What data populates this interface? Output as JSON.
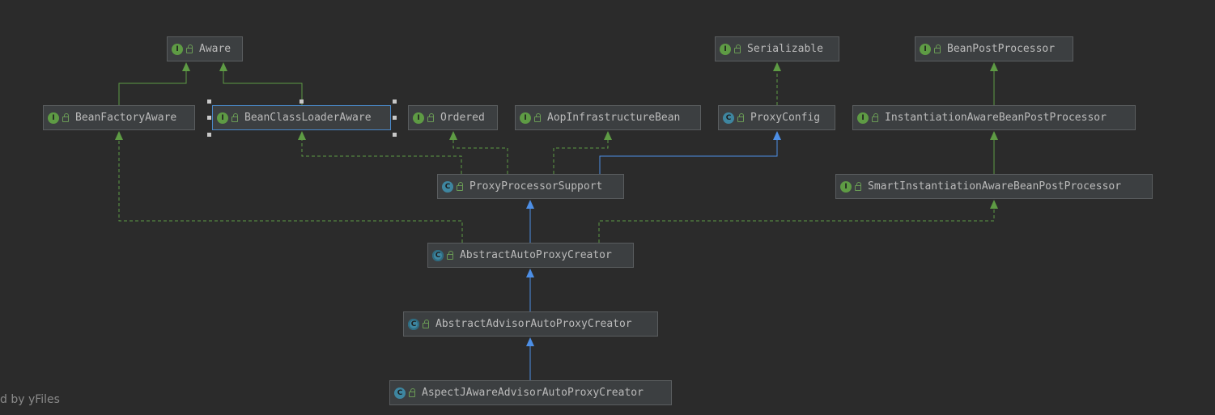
{
  "diagram": {
    "nodes": {
      "aware": {
        "name": "Aware",
        "kind": "interface"
      },
      "serializable": {
        "name": "Serializable",
        "kind": "interface"
      },
      "beanPostProcessor": {
        "name": "BeanPostProcessor",
        "kind": "interface"
      },
      "beanFactoryAware": {
        "name": "BeanFactoryAware",
        "kind": "interface"
      },
      "beanClassLoaderAware": {
        "name": "BeanClassLoaderAware",
        "kind": "interface",
        "selected": true
      },
      "ordered": {
        "name": "Ordered",
        "kind": "interface"
      },
      "aopInfrastructureBean": {
        "name": "AopInfrastructureBean",
        "kind": "interface"
      },
      "proxyConfig": {
        "name": "ProxyConfig",
        "kind": "class"
      },
      "instantiationAwareBeanPostProcessor": {
        "name": "InstantiationAwareBeanPostProcessor",
        "kind": "interface"
      },
      "proxyProcessorSupport": {
        "name": "ProxyProcessorSupport",
        "kind": "class"
      },
      "smartInstantiationAwareBeanPostProcessor": {
        "name": "SmartInstantiationAwareBeanPostProcessor",
        "kind": "interface"
      },
      "abstractAutoProxyCreator": {
        "name": "AbstractAutoProxyCreator",
        "kind": "abstract"
      },
      "abstractAdvisorAutoProxyCreator": {
        "name": "AbstractAdvisorAutoProxyCreator",
        "kind": "abstract"
      },
      "aspectJAwareAdvisorAutoProxyCreator": {
        "name": "AspectJAwareAdvisorAutoProxyCreator",
        "kind": "class"
      }
    },
    "edges": [
      {
        "from": "beanFactoryAware",
        "to": "aware",
        "type": "extends"
      },
      {
        "from": "beanClassLoaderAware",
        "to": "aware",
        "type": "extends"
      },
      {
        "from": "proxyConfig",
        "to": "serializable",
        "type": "implements"
      },
      {
        "from": "instantiationAwareBeanPostProcessor",
        "to": "beanPostProcessor",
        "type": "extends"
      },
      {
        "from": "smartInstantiationAwareBeanPostProcessor",
        "to": "instantiationAwareBeanPostProcessor",
        "type": "extends"
      },
      {
        "from": "proxyProcessorSupport",
        "to": "ordered",
        "type": "implements"
      },
      {
        "from": "proxyProcessorSupport",
        "to": "beanClassLoaderAware",
        "type": "implements"
      },
      {
        "from": "proxyProcessorSupport",
        "to": "aopInfrastructureBean",
        "type": "implements"
      },
      {
        "from": "proxyProcessorSupport",
        "to": "proxyConfig",
        "type": "class-extends"
      },
      {
        "from": "abstractAutoProxyCreator",
        "to": "proxyProcessorSupport",
        "type": "class-extends"
      },
      {
        "from": "abstractAutoProxyCreator",
        "to": "beanFactoryAware",
        "type": "implements"
      },
      {
        "from": "abstractAutoProxyCreator",
        "to": "smartInstantiationAwareBeanPostProcessor",
        "type": "implements"
      },
      {
        "from": "abstractAdvisorAutoProxyCreator",
        "to": "abstractAutoProxyCreator",
        "type": "class-extends"
      },
      {
        "from": "aspectJAwareAdvisorAutoProxyCreator",
        "to": "abstractAdvisorAutoProxyCreator",
        "type": "class-extends"
      }
    ],
    "badges": {
      "interface": "I",
      "class": "C",
      "abstract": "C"
    },
    "colors": {
      "extends": "#5e9b44",
      "implements": "#5e9b44",
      "class-extends": "#4d8fe6"
    }
  },
  "watermark": "d by yFiles"
}
